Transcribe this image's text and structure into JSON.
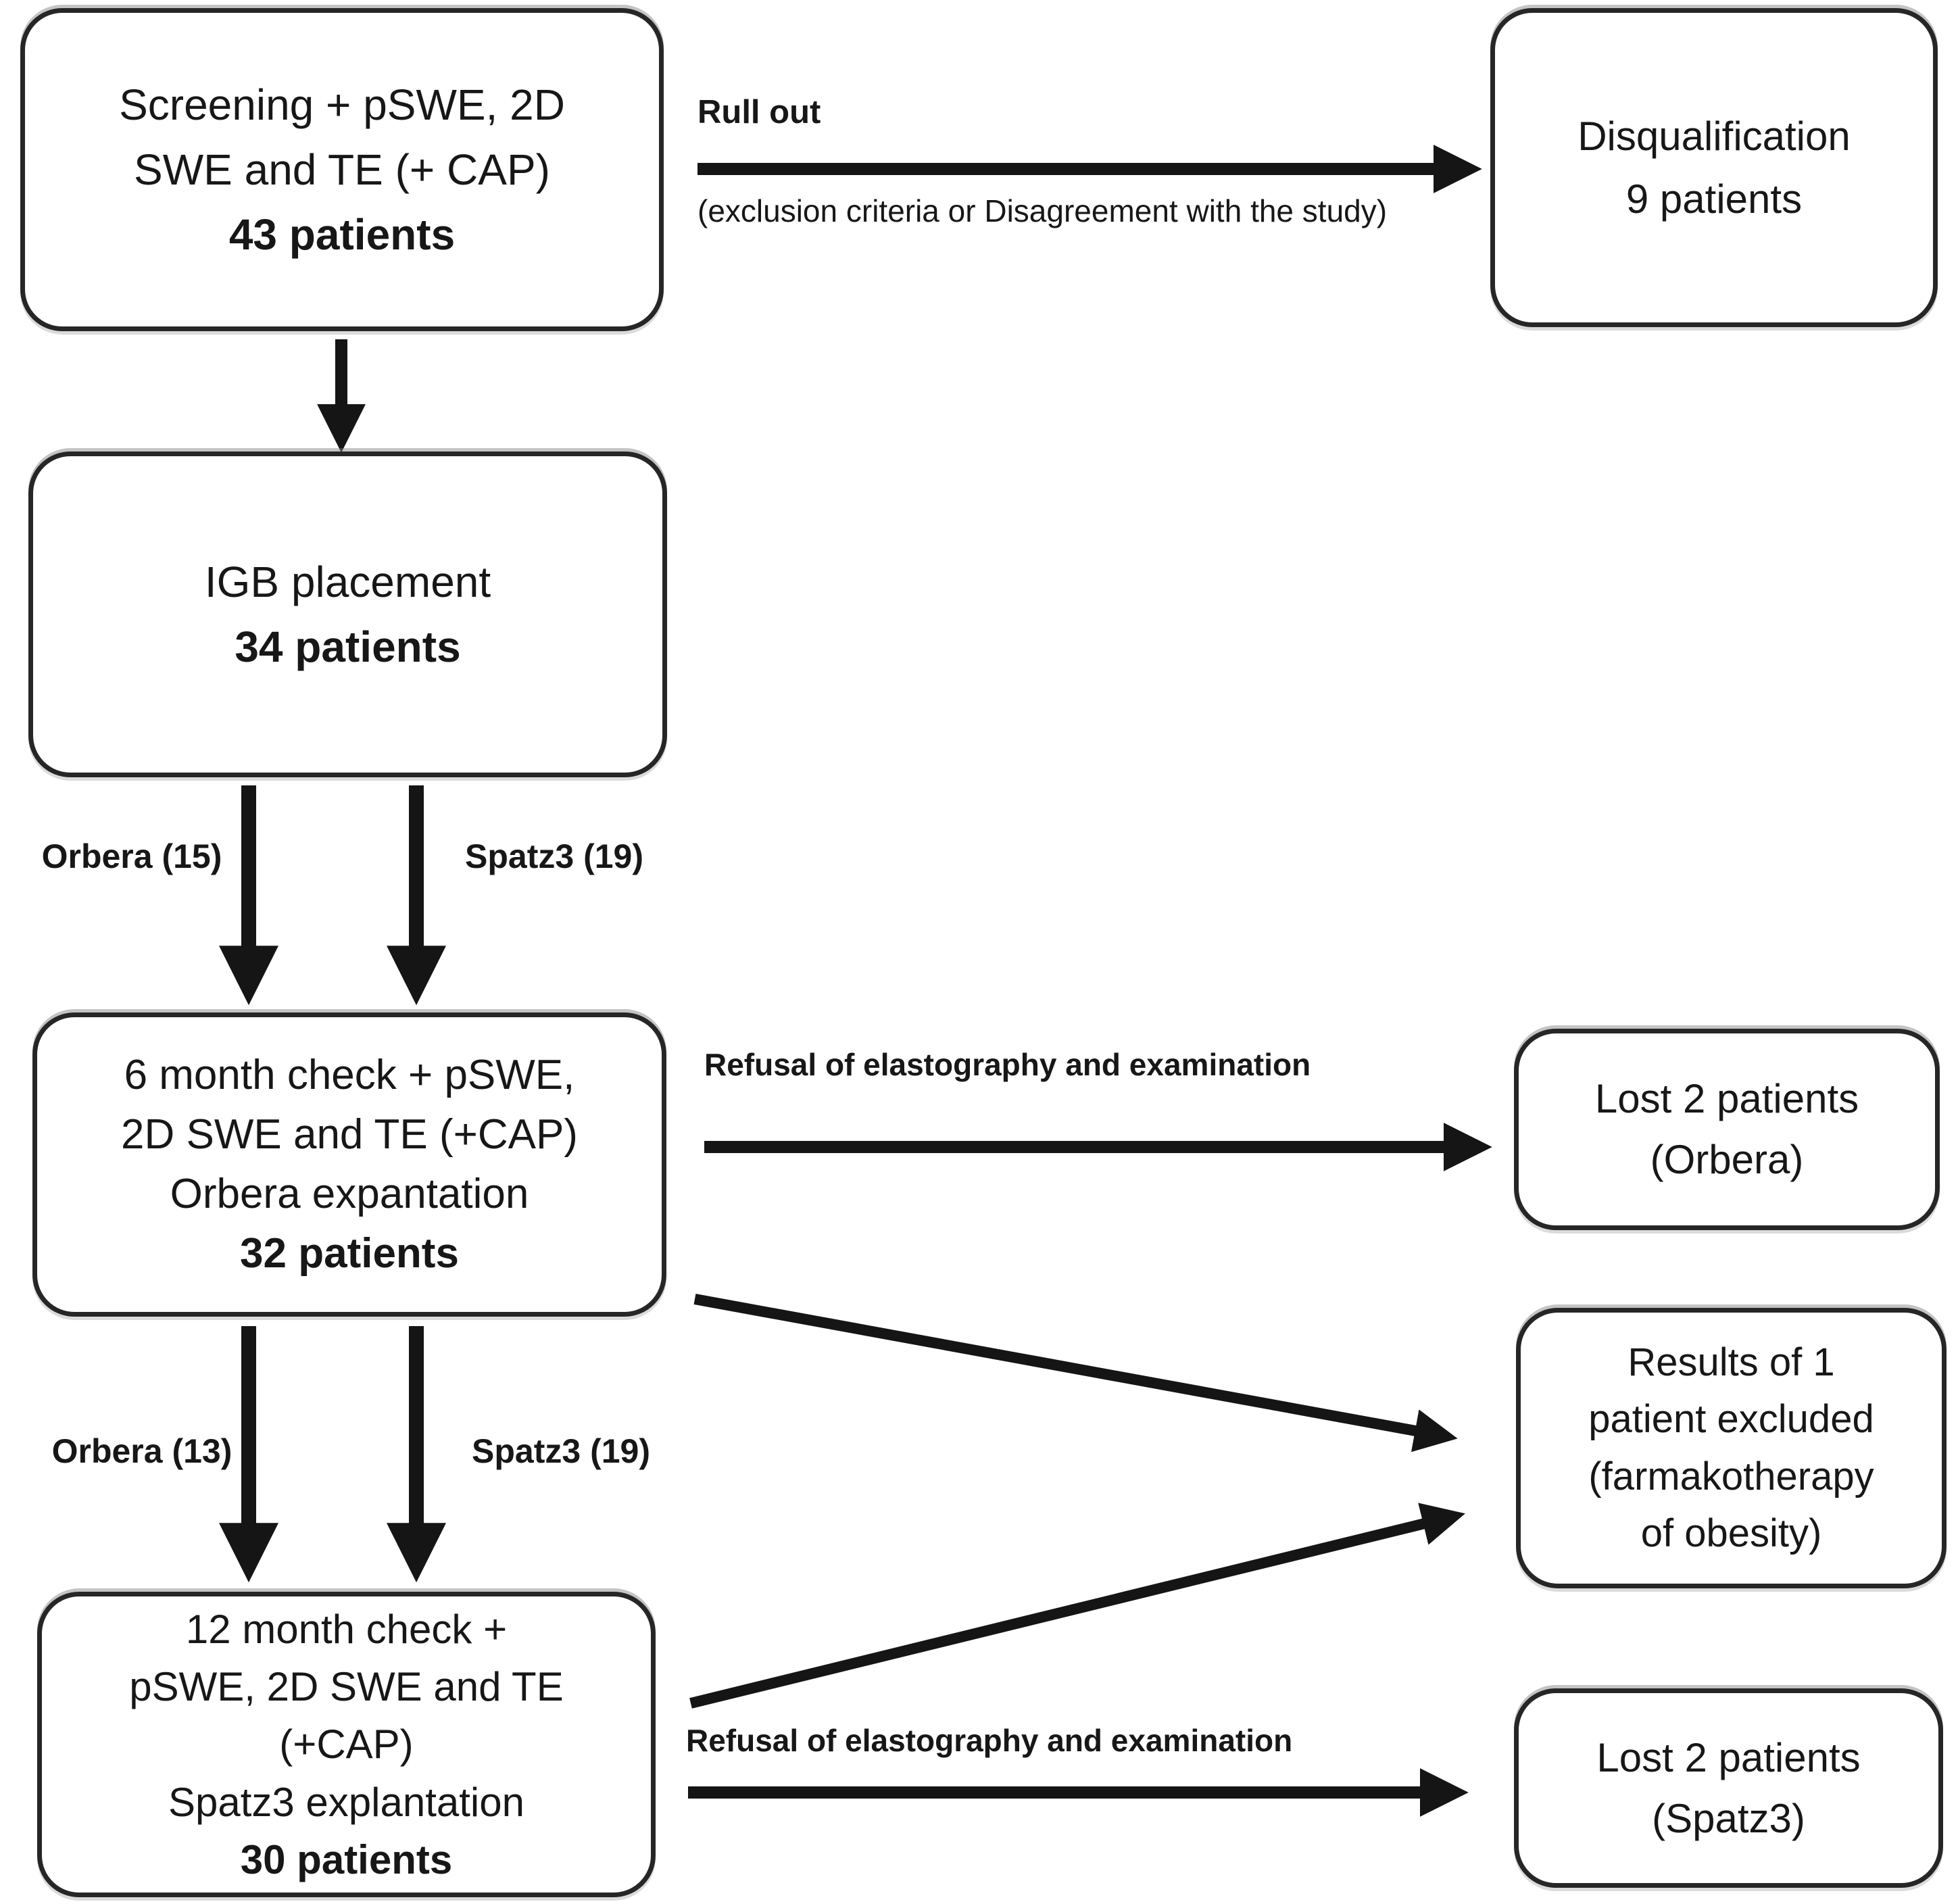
{
  "boxes": {
    "screening": {
      "body": "Screening + pSWE, 2D\nSWE and TE (+ CAP)",
      "count": "43 patients"
    },
    "disqualification": {
      "text": "Disqualification\n9 patients"
    },
    "igb": {
      "body": "IGB placement",
      "count": "34 patients"
    },
    "six_month": {
      "body": "6 month check + pSWE,\n2D SWE and TE (+CAP)\nOrbera expantation",
      "count": "32 patients"
    },
    "lost_orbera": {
      "text": "Lost 2 patients\n(Orbera)"
    },
    "results_excluded": {
      "text": "Results of 1\npatient excluded\n(farmakotherapy\nof obesity)"
    },
    "twelve_month": {
      "body": "12 month check +\npSWE, 2D SWE and TE\n(+CAP)\nSpatz3 explantation",
      "count": "30 patients"
    },
    "lost_spatz": {
      "text": "Lost 2 patients\n(Spatz3)"
    }
  },
  "labels": {
    "rull_out_title": "Rull out",
    "rull_out_sub": "(exclusion criteria or Disagreement with the study)",
    "orbera_15": "Orbera (15)",
    "spatz3_19_top": "Spatz3 (19)",
    "refusal_top": "Refusal of elastography and examination",
    "orbera_13": "Orbera (13)",
    "spatz3_19_bottom": "Spatz3 (19)",
    "refusal_bottom": "Refusal of elastography and examination"
  },
  "colors": {
    "ink": "#171717",
    "background": "#ffffff"
  }
}
